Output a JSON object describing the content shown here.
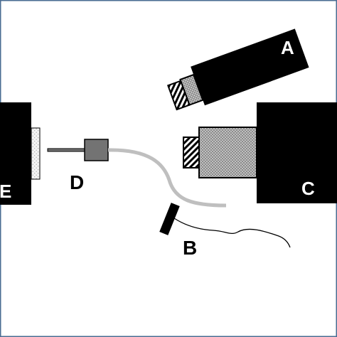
{
  "figure": {
    "frame_color": "#4a6d93",
    "background": "#ffffff",
    "component_color": "#000000",
    "fiber_color": "#bfbfbf",
    "stage_color": "#737373",
    "labels": {
      "a": "A",
      "b": "B",
      "c": "C",
      "d": "D",
      "e": "E"
    }
  }
}
